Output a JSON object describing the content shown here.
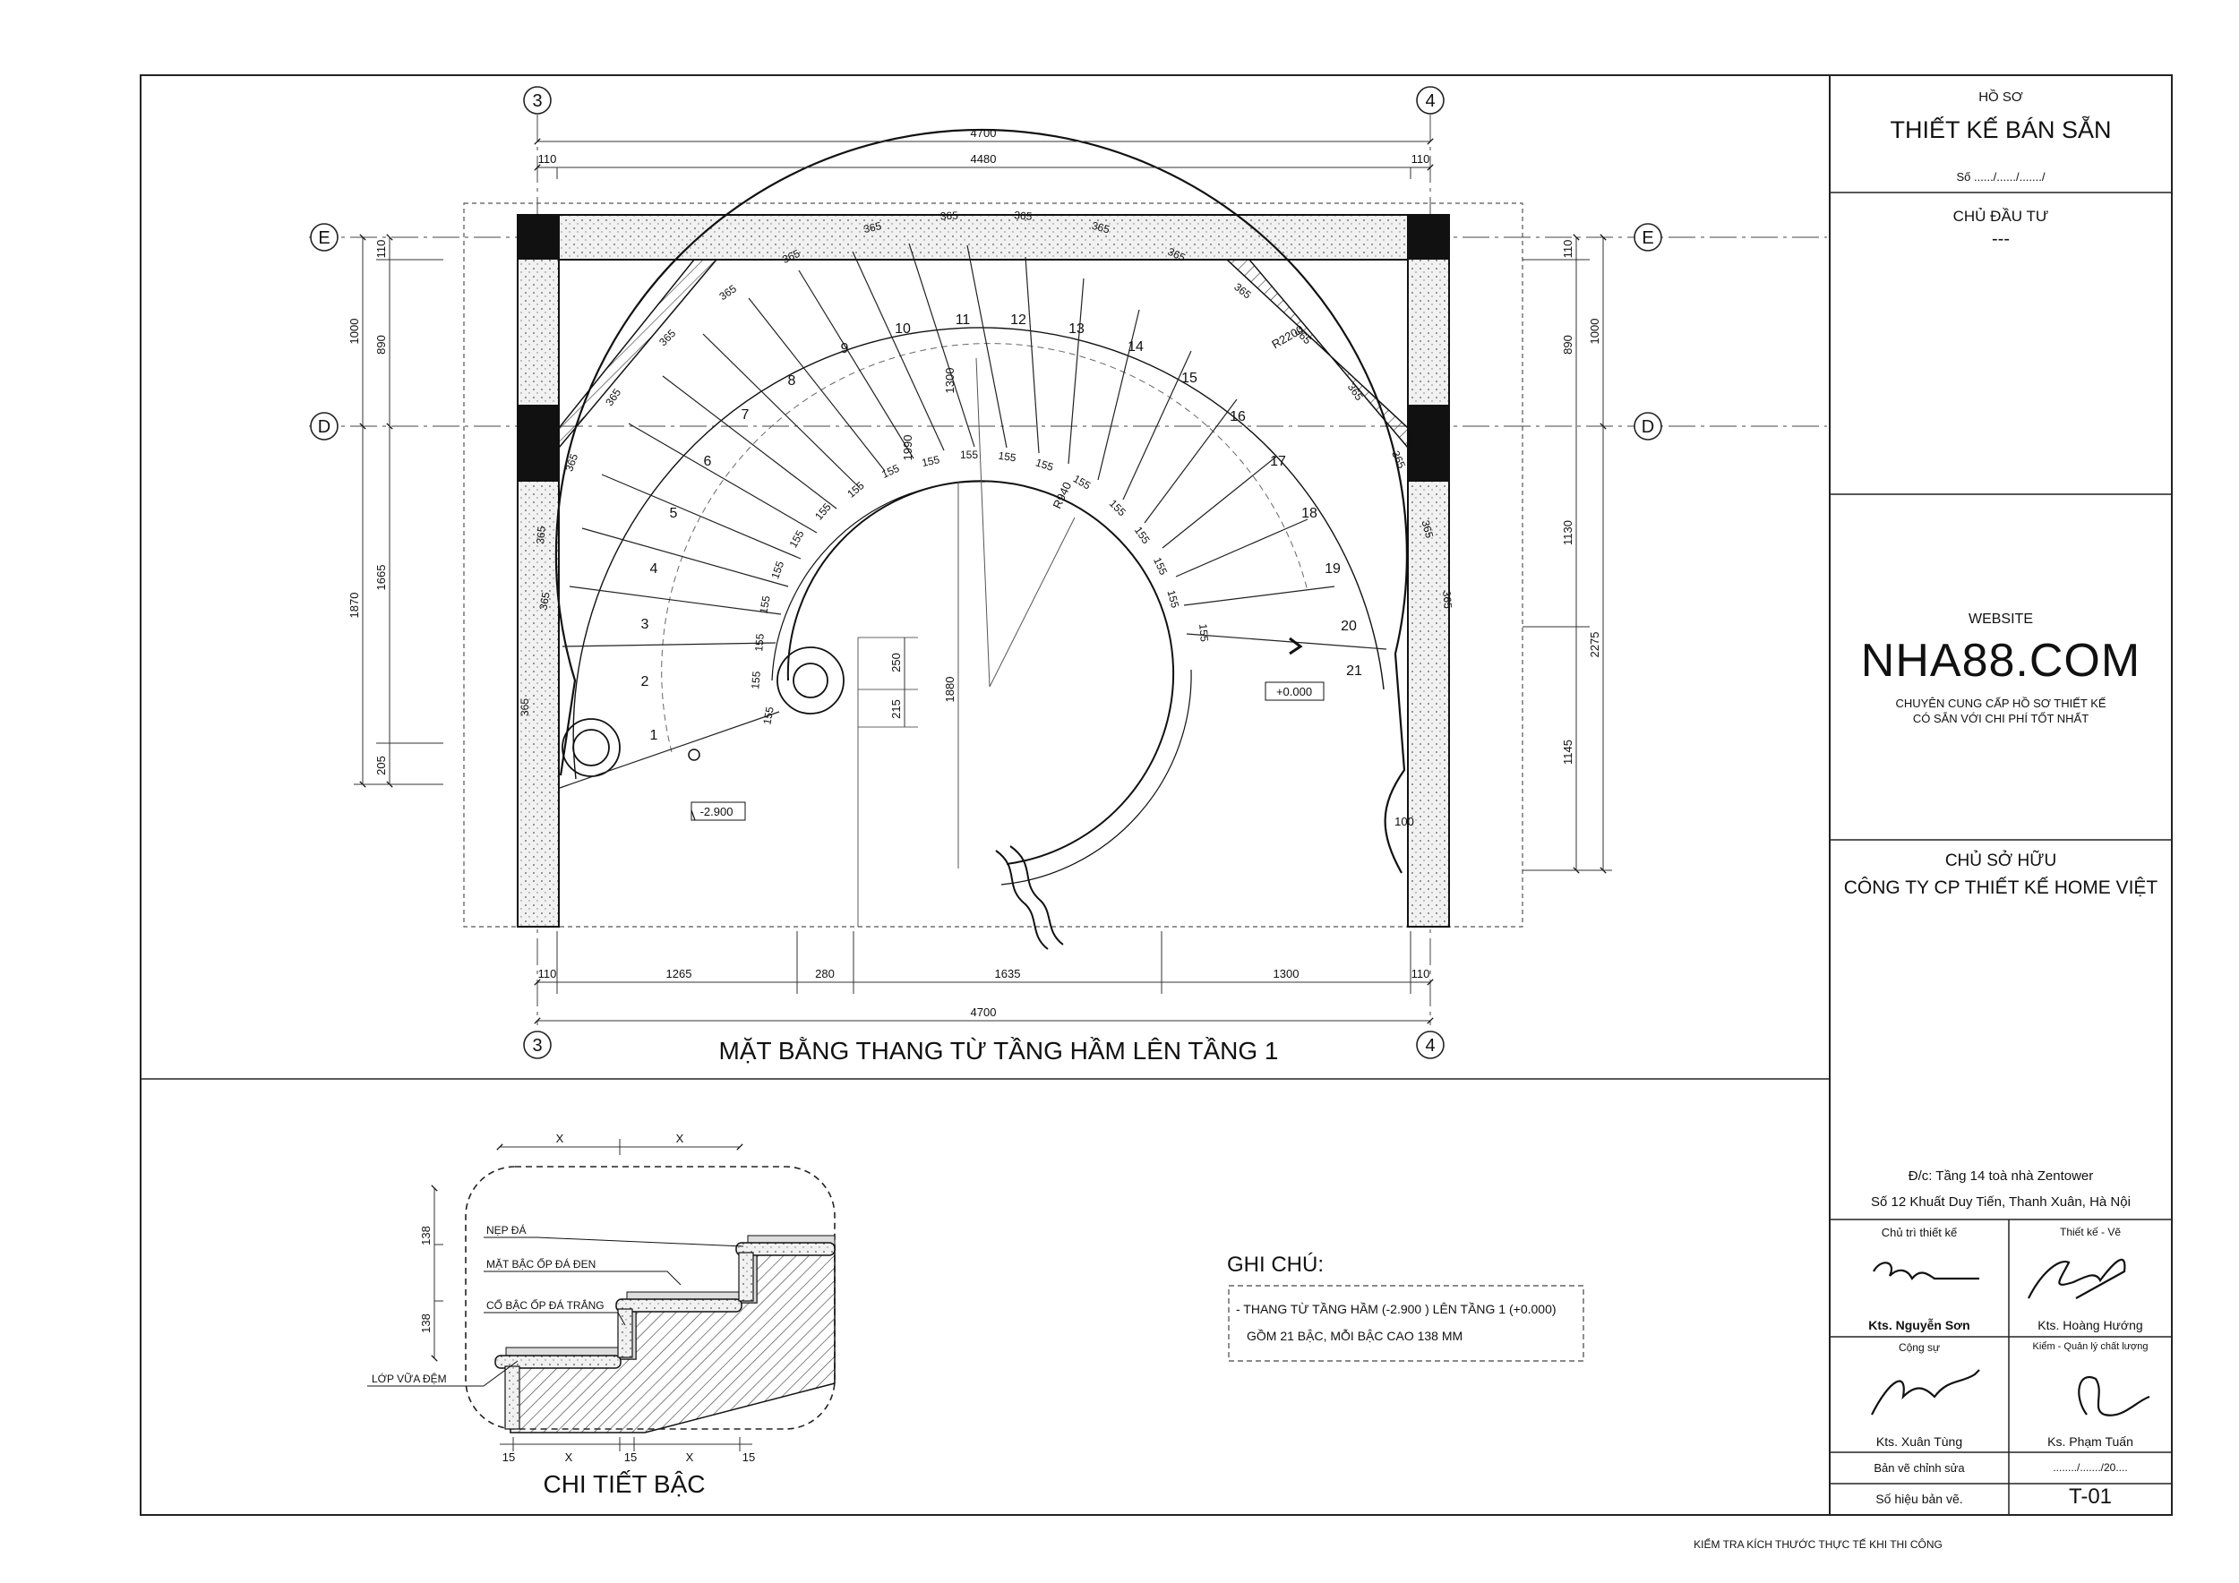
{
  "plan": {
    "title": "MẶT BẰNG THANG TỪ TẦNG HẦM LÊN TẦNG 1",
    "grid": {
      "col_left": "3",
      "col_right": "4",
      "row_top": "E",
      "row_mid": "D"
    },
    "top_dims": {
      "overall": "4700",
      "inner": "4480",
      "wall_left": "110",
      "wall_right": "110"
    },
    "bottom_dims": {
      "overall": "4700",
      "w1": "110",
      "s1": "1265",
      "s2": "280",
      "s3": "1635",
      "s4": "1300",
      "w2": "110"
    },
    "left_dims": {
      "a": "1000",
      "b": "110",
      "c": "890",
      "d": "1870",
      "e": "1665",
      "f": "205"
    },
    "right_dims": {
      "a": "110",
      "b": "890",
      "c": "1000",
      "d": "1130",
      "e": "2275",
      "f": "1145"
    },
    "inner_dims": {
      "h1": "250",
      "h2": "215",
      "d1": "1880",
      "d2": "1300",
      "d3": "1990",
      "r1": "R940",
      "r2": "R2200",
      "w100": "100"
    },
    "tread_outer": "365",
    "tread_inner": "155",
    "step_numbers": [
      "1",
      "2",
      "3",
      "4",
      "5",
      "6",
      "7",
      "8",
      "9",
      "10",
      "11",
      "12",
      "13",
      "14",
      "15",
      "16",
      "17",
      "18",
      "19",
      "20",
      "21"
    ],
    "level_low": "-2.900",
    "level_high": "+0.000"
  },
  "detail": {
    "title": "CHI TIẾT BẬC",
    "labels": {
      "nep_da": "NẸP ĐÁ",
      "mat_bac": "MẶT BẬC ỐP ĐÁ ĐEN",
      "co_bac": "CỔ BẬC ỐP ĐÁ TRẮNG",
      "lop_vua": "LỚP VỮA ĐỆM"
    },
    "dims": {
      "x": "X",
      "rise": "138",
      "nosing": "15"
    }
  },
  "notes": {
    "title": "GHI CHÚ:",
    "line1": "- THANG TỪ TẦNG HẦM (-2.900 ) LÊN TẦNG 1 (+0.000)",
    "line2": "GỒM 21 BẬC, MỖI BẬC CAO 138 MM"
  },
  "title_block": {
    "ho_so": "HỒ SƠ",
    "thiet_ke": "THIẾT KẾ BÁN SẴN",
    "so": "Số ....../....../......./",
    "chu_dau_tu": "CHỦ ĐẦU TƯ",
    "chu_dau_tu_value": "---",
    "website_label": "WEBSITE",
    "website": "NHA88.COM",
    "tagline1": "CHUYÊN CUNG CẤP HỒ SƠ THIẾT KẾ",
    "tagline2": "CÓ SẴN VỚI CHI PHÍ TỐT NHẤT",
    "chu_so_huu": "CHỦ SỞ HỮU",
    "company": "CÔNG TY CP THIẾT KẾ HOME VIỆT",
    "address1": "Đ/c: Tầng 14 toà nhà Zentower",
    "address2": "Số 12 Khuất Duy Tiến, Thanh Xuân, Hà Nội",
    "role1": "Chủ trì thiết kế",
    "role2": "Thiết kế - Vẽ",
    "name1": "Kts. Nguyễn Sơn",
    "name2": "Kts. Hoàng Hướng",
    "role3": "Cộng sự",
    "role4": "Kiểm - Quản lý chất lượng",
    "name3": "Kts. Xuân Tùng",
    "name4": "Ks. Phạm Tuấn",
    "revision_label": "Bản vẽ chỉnh sửa",
    "revision_value": "......../......./20....",
    "sheet_label": "Số hiệu bản vẽ.",
    "sheet_no": "T-01"
  },
  "footer": "KIỂM TRA KÍCH THƯỚC THỰC TẾ KHI THI CÔNG"
}
